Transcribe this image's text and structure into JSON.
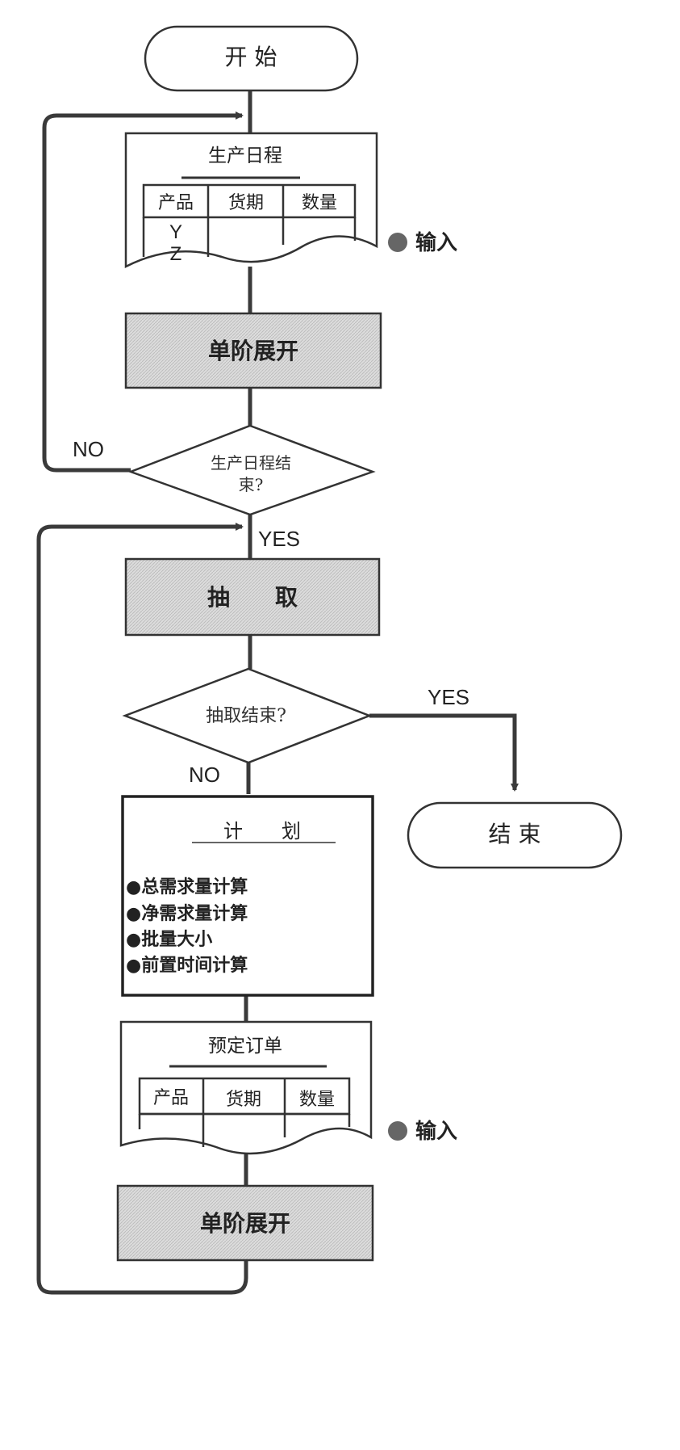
{
  "start": {
    "label": "开 始"
  },
  "end": {
    "label": "结 束"
  },
  "production_schedule": {
    "title": "生产日程",
    "headers": [
      "产品",
      "货期",
      "数量"
    ],
    "rows": [
      [
        "Y",
        "",
        ""
      ],
      [
        "Z",
        "",
        ""
      ]
    ],
    "input_label": "输入"
  },
  "explode1": {
    "label": "单阶展开"
  },
  "decision_schedule_end": {
    "line1": "生产日程结",
    "line2": "束?"
  },
  "label_no_1": "NO",
  "label_yes_1": "YES",
  "extract": {
    "label": "抽　　取"
  },
  "decision_extract_end": {
    "label": "抽取结束?"
  },
  "label_yes_2": "YES",
  "label_no_2": "NO",
  "plan": {
    "title": "计　　划",
    "items": [
      "●总需求量计算",
      "●净需求量计算",
      "●批量大小",
      "●前置时间计算"
    ]
  },
  "planned_order": {
    "title": "预定订单",
    "headers": [
      "产品",
      "货期",
      "数量"
    ],
    "input_label": "输入"
  },
  "explode2": {
    "label": "单阶展开"
  },
  "colors": {
    "line": "#3a3a3a",
    "process_fill": "#d9d9d9",
    "dot": "#666666"
  }
}
